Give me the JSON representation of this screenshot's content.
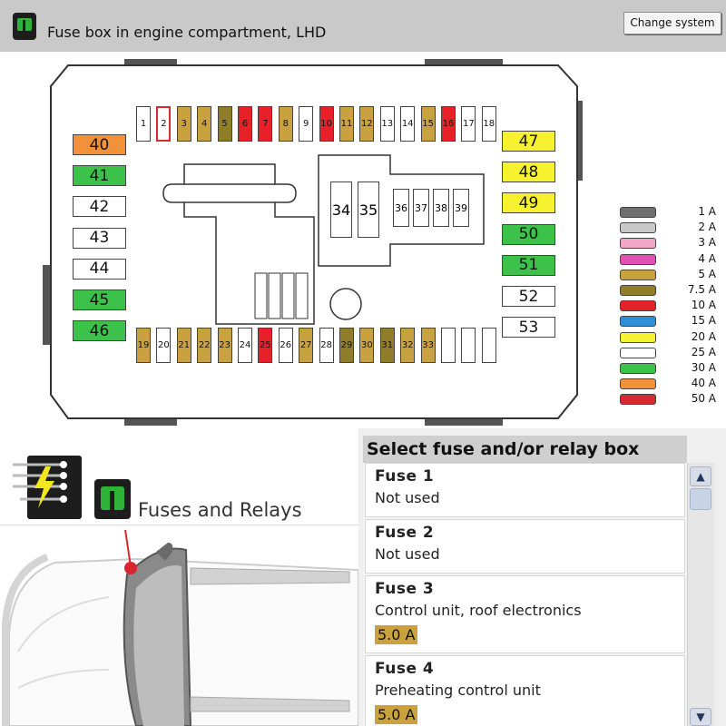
{
  "header": {
    "title": "Fuse box in engine compartment, LHD",
    "change_system_label": "Change system",
    "icon": "fuse-app-icon"
  },
  "colors": {
    "1A": "#6e6e6e",
    "2A": "#c8c8c8",
    "3A": "#f2a6c8",
    "4A": "#e54fb4",
    "5A": "#c9a13f",
    "7.5A": "#8f7d2a",
    "10A": "#e8202a",
    "15A": "#2c8fd8",
    "20A": "#f7f230",
    "25A": "#ffffff",
    "30A": "#3cc24a",
    "40A": "#f1913a",
    "50A": "#d62932"
  },
  "fuses_top": [
    {
      "label": "1",
      "amp": "25A"
    },
    {
      "label": "2",
      "amp": "50Aoutline"
    },
    {
      "label": "3",
      "amp": "5A"
    },
    {
      "label": "4",
      "amp": "5A"
    },
    {
      "label": "5",
      "amp": "7.5A"
    },
    {
      "label": "6",
      "amp": "10A"
    },
    {
      "label": "7",
      "amp": "10A"
    },
    {
      "label": "8",
      "amp": "5A"
    },
    {
      "label": "9",
      "amp": "25A"
    },
    {
      "label": "10",
      "amp": "10A"
    },
    {
      "label": "11",
      "amp": "5A"
    },
    {
      "label": "12",
      "amp": "5A"
    },
    {
      "label": "13",
      "amp": "25A"
    },
    {
      "label": "14",
      "amp": "25A"
    },
    {
      "label": "15",
      "amp": "5A"
    },
    {
      "label": "16",
      "amp": "10A"
    },
    {
      "label": "17",
      "amp": "25A"
    },
    {
      "label": "18",
      "amp": "25A"
    }
  ],
  "fuses_bottom": [
    {
      "label": "19",
      "amp": "5A"
    },
    {
      "label": "20",
      "amp": "25A"
    },
    {
      "label": "21",
      "amp": "5A"
    },
    {
      "label": "22",
      "amp": "5A"
    },
    {
      "label": "23",
      "amp": "5A"
    },
    {
      "label": "24",
      "amp": "25A"
    },
    {
      "label": "25",
      "amp": "10A"
    },
    {
      "label": "26",
      "amp": "25A"
    },
    {
      "label": "27",
      "amp": "5A"
    },
    {
      "label": "28",
      "amp": "25A"
    },
    {
      "label": "29",
      "amp": "7.5A"
    },
    {
      "label": "30",
      "amp": "5A"
    },
    {
      "label": "31",
      "amp": "7.5A"
    },
    {
      "label": "32",
      "amp": "5A"
    },
    {
      "label": "33",
      "amp": "5A"
    },
    {
      "label": "",
      "amp": "25A"
    },
    {
      "label": "",
      "amp": "25A"
    },
    {
      "label": "",
      "amp": "25A"
    }
  ],
  "fuses_left": [
    {
      "label": "40",
      "amp": "40A"
    },
    {
      "label": "41",
      "amp": "30A"
    },
    {
      "label": "42",
      "amp": "25A"
    },
    {
      "label": "43",
      "amp": "25A"
    },
    {
      "label": "44",
      "amp": "25A"
    },
    {
      "label": "45",
      "amp": "30A"
    },
    {
      "label": "46",
      "amp": "30A"
    }
  ],
  "fuses_right": [
    {
      "label": "47",
      "amp": "20A"
    },
    {
      "label": "48",
      "amp": "20A"
    },
    {
      "label": "49",
      "amp": "20A"
    },
    {
      "label": "50",
      "amp": "30A"
    },
    {
      "label": "51",
      "amp": "30A"
    },
    {
      "label": "52",
      "amp": "25A"
    },
    {
      "label": "53",
      "amp": "25A"
    }
  ],
  "fuses_mid_large": [
    "34",
    "35"
  ],
  "fuses_mid_small": [
    "36",
    "37",
    "38",
    "39"
  ],
  "legend": [
    {
      "amp": "1A",
      "label": "1 A"
    },
    {
      "amp": "2A",
      "label": "2 A"
    },
    {
      "amp": "3A",
      "label": "3 A"
    },
    {
      "amp": "4A",
      "label": "4 A"
    },
    {
      "amp": "5A",
      "label": "5 A"
    },
    {
      "amp": "7.5A",
      "label": "7.5 A"
    },
    {
      "amp": "10A",
      "label": "10 A"
    },
    {
      "amp": "15A",
      "label": "15 A"
    },
    {
      "amp": "20A",
      "label": "20 A"
    },
    {
      "amp": "25A",
      "label": "25 A"
    },
    {
      "amp": "30A",
      "label": "30 A"
    },
    {
      "amp": "40A",
      "label": "40 A"
    },
    {
      "amp": "50A",
      "label": "50 A"
    }
  ],
  "section": {
    "title": "Fuses and Relays",
    "icons": [
      "circuit-lightning-icon",
      "fuse-app-icon"
    ]
  },
  "list": {
    "header": "Select fuse and/or relay box",
    "items": [
      {
        "title": "Fuse 1",
        "desc": "Not used",
        "rating": ""
      },
      {
        "title": "Fuse 2",
        "desc": "Not used",
        "rating": ""
      },
      {
        "title": "Fuse 3",
        "desc": "Control unit, roof electronics",
        "rating": "5.0 A"
      },
      {
        "title": "Fuse 4",
        "desc": "Preheating control unit",
        "rating": "5.0 A"
      }
    ]
  }
}
